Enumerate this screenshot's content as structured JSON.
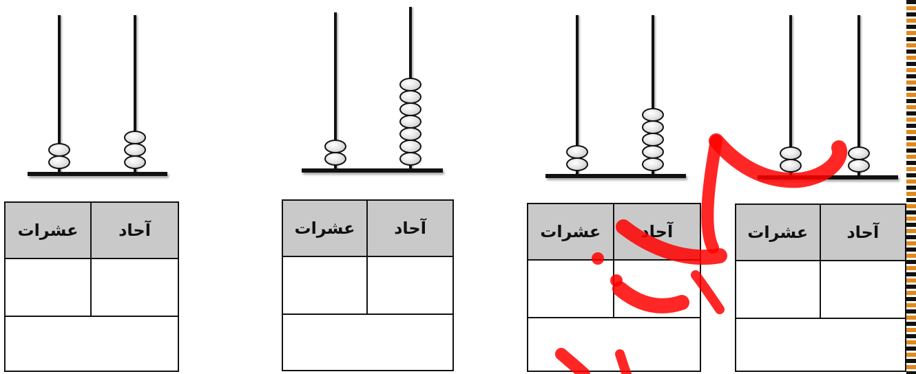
{
  "exercises": [
    {
      "tens_beads": 2,
      "ones_beads": 3,
      "labels": {
        "tens": "عشرات",
        "ones": "آحاد"
      }
    },
    {
      "tens_beads": 2,
      "ones_beads": 7,
      "labels": {
        "tens": "عشرات",
        "ones": "آحاد"
      }
    },
    {
      "tens_beads": 2,
      "ones_beads": 5,
      "labels": {
        "tens": "عشرات",
        "ones": "آحاد"
      }
    },
    {
      "tens_beads": 2,
      "ones_beads": 2,
      "labels": {
        "tens": "عشرات",
        "ones": "آحاد"
      }
    }
  ],
  "colors": {
    "watermark": "#ff0000",
    "border_accent": "#e08a1e",
    "header_fill": "#c9c9c9"
  }
}
